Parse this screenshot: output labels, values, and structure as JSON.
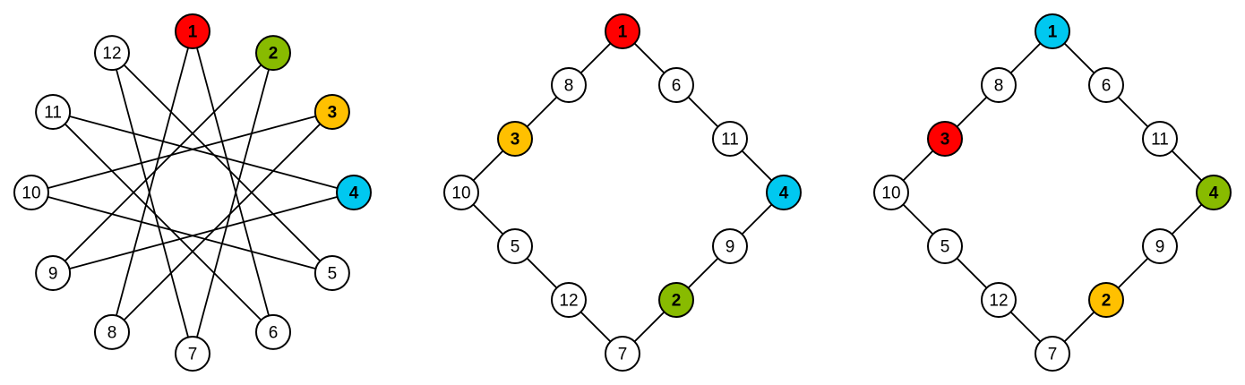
{
  "palette": {
    "red": "#ff0000",
    "green": "#88bb00",
    "yellow": "#ffc000",
    "blue": "#00c8f0",
    "white": "#ffffff"
  },
  "diagrams": [
    {
      "name": "crossing-circle-graph",
      "layout": "circle",
      "nodes": [
        {
          "label": "1",
          "color": "red"
        },
        {
          "label": "2",
          "color": "green"
        },
        {
          "label": "3",
          "color": "yellow"
        },
        {
          "label": "4",
          "color": "blue"
        },
        {
          "label": "5",
          "color": "white"
        },
        {
          "label": "6",
          "color": "white"
        },
        {
          "label": "7",
          "color": "white"
        },
        {
          "label": "8",
          "color": "white"
        },
        {
          "label": "9",
          "color": "white"
        },
        {
          "label": "10",
          "color": "white"
        },
        {
          "label": "11",
          "color": "white"
        },
        {
          "label": "12",
          "color": "white"
        }
      ],
      "edges": [
        [
          "1",
          "6"
        ],
        [
          "1",
          "8"
        ],
        [
          "2",
          "7"
        ],
        [
          "2",
          "9"
        ],
        [
          "3",
          "8"
        ],
        [
          "3",
          "10"
        ],
        [
          "4",
          "9"
        ],
        [
          "4",
          "11"
        ],
        [
          "5",
          "10"
        ],
        [
          "5",
          "12"
        ],
        [
          "6",
          "11"
        ],
        [
          "7",
          "12"
        ]
      ]
    },
    {
      "name": "diamond-cycle-graph-a",
      "layout": "diamond",
      "nodes": [
        {
          "label": "1",
          "color": "red"
        },
        {
          "label": "6",
          "color": "white"
        },
        {
          "label": "11",
          "color": "white"
        },
        {
          "label": "4",
          "color": "blue"
        },
        {
          "label": "9",
          "color": "white"
        },
        {
          "label": "2",
          "color": "green"
        },
        {
          "label": "7",
          "color": "white"
        },
        {
          "label": "12",
          "color": "white"
        },
        {
          "label": "5",
          "color": "white"
        },
        {
          "label": "10",
          "color": "white"
        },
        {
          "label": "3",
          "color": "yellow"
        },
        {
          "label": "8",
          "color": "white"
        }
      ]
    },
    {
      "name": "diamond-cycle-graph-b",
      "layout": "diamond",
      "nodes": [
        {
          "label": "1",
          "color": "blue"
        },
        {
          "label": "6",
          "color": "white"
        },
        {
          "label": "11",
          "color": "white"
        },
        {
          "label": "4",
          "color": "green"
        },
        {
          "label": "9",
          "color": "white"
        },
        {
          "label": "2",
          "color": "yellow"
        },
        {
          "label": "7",
          "color": "white"
        },
        {
          "label": "12",
          "color": "white"
        },
        {
          "label": "5",
          "color": "white"
        },
        {
          "label": "10",
          "color": "white"
        },
        {
          "label": "3",
          "color": "red"
        },
        {
          "label": "8",
          "color": "white"
        }
      ]
    }
  ]
}
